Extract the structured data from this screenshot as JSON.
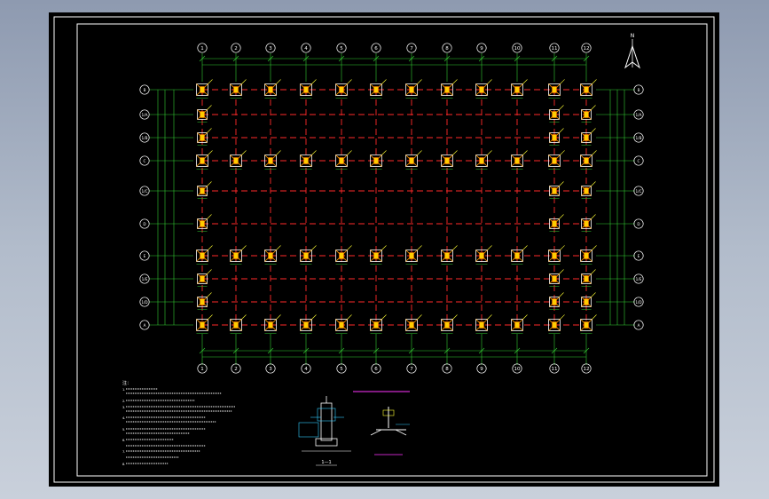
{
  "drawing": {
    "column_axis_labels": [
      "1",
      "2",
      "3",
      "4",
      "5",
      "6",
      "7",
      "8",
      "9",
      "10",
      "11",
      "12"
    ],
    "row_axis_labels": [
      "B",
      "1/A",
      "1/B",
      "C",
      "1/C",
      "D",
      "E",
      "1/E",
      "1/D",
      "A"
    ],
    "north_arrow_label": "N",
    "notes_heading": "注：",
    "notes_lines": [
      "1.",
      "2.",
      "3.",
      "4.",
      "5.",
      "6.",
      "7.",
      "8."
    ],
    "section_label": "1—1",
    "detail_caption": "",
    "table_title": ""
  },
  "colors": {
    "background": "#000000",
    "frame": "#ffffff",
    "axis": "#33cc33",
    "grid_red": "#ff2a2a",
    "footing_outline": "#ffffff",
    "footing_core": "#ff9900",
    "column_text": "#ffff33",
    "title_magenta": "#ff33ff",
    "annotation_cyan": "#33ccff"
  }
}
